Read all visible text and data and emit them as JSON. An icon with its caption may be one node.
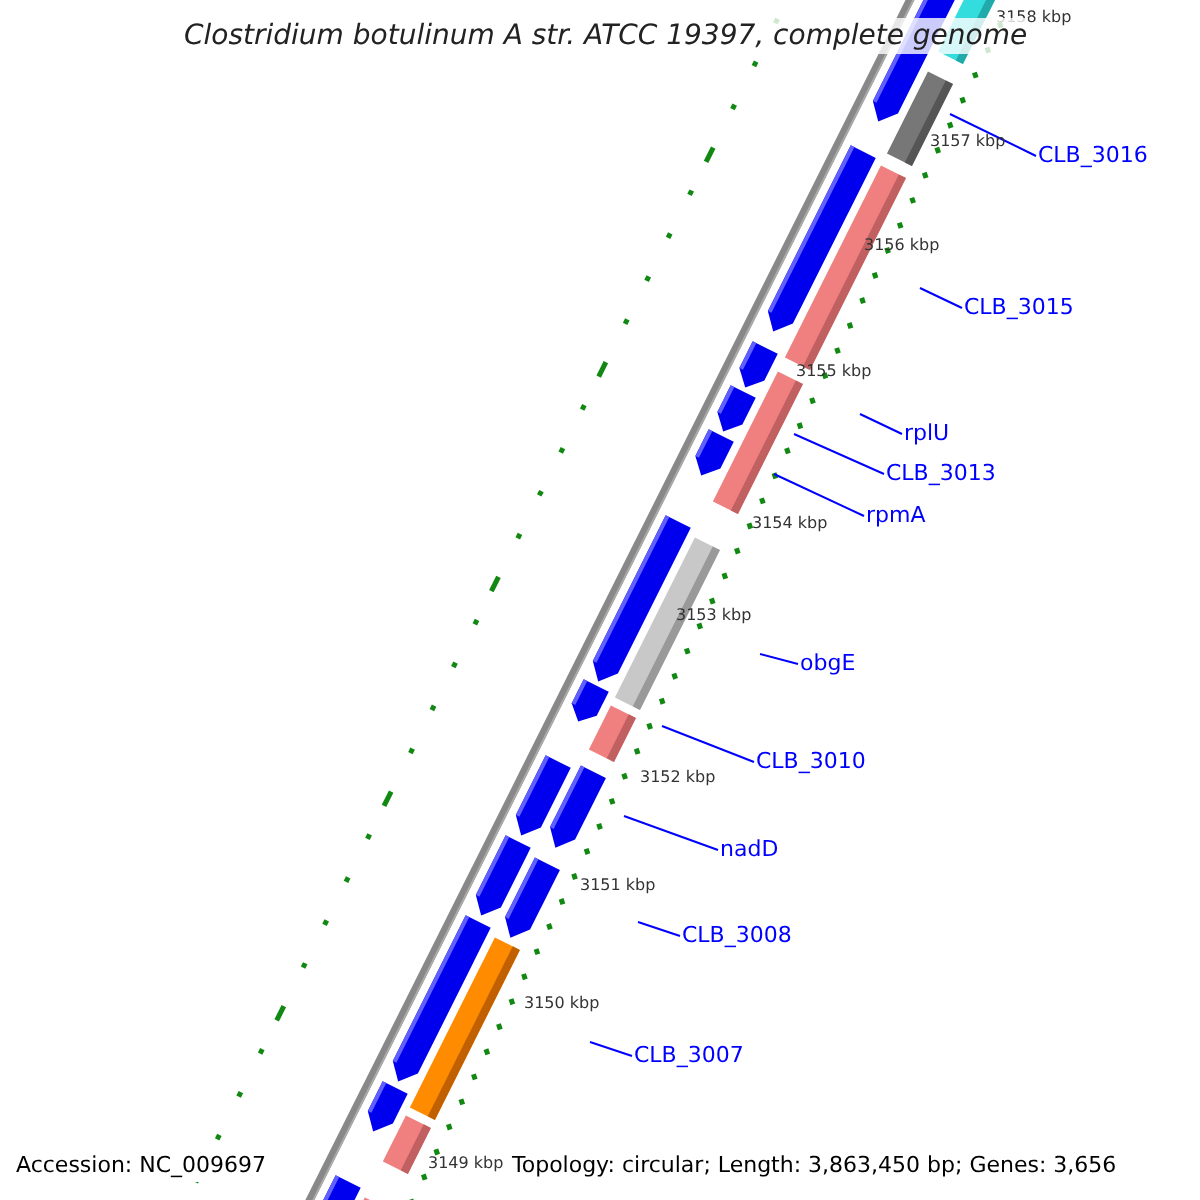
{
  "diagram": {
    "title": "Clostridium botulinum A str. ATCC 19397, complete genome",
    "nodes": [
      {
        "text": [
          "CLB_3016"
        ]
      },
      {
        "text": [
          "CLB_3015"
        ]
      },
      {
        "text": [
          "rplU"
        ]
      },
      {
        "text": [
          "CLB_3013"
        ]
      },
      {
        "text": [
          "rpmA"
        ]
      },
      {
        "text": [
          "obgE"
        ]
      },
      {
        "text": [
          "CLB_3010"
        ]
      },
      {
        "text": [
          "nadD"
        ]
      },
      {
        "text": [
          "CLB_3008"
        ]
      },
      {
        "text": [
          "CLB_3007"
        ]
      }
    ],
    "edges": [
      {
        "from": 0,
        "to": null,
        "arrow": "none"
      },
      {
        "from": 1,
        "to": null,
        "arrow": "none"
      },
      {
        "from": 2,
        "to": null,
        "arrow": "none"
      },
      {
        "from": 3,
        "to": null,
        "arrow": "none"
      },
      {
        "from": 4,
        "to": null,
        "arrow": "none"
      },
      {
        "from": 5,
        "to": null,
        "arrow": "none"
      },
      {
        "from": 6,
        "to": null,
        "arrow": "none"
      },
      {
        "from": 7,
        "to": null,
        "arrow": "none"
      },
      {
        "from": 8,
        "to": null,
        "arrow": "none"
      },
      {
        "from": 9,
        "to": null,
        "arrow": "none"
      }
    ],
    "labels": [
      "3158 kbp",
      "3157 kbp",
      "3156 kbp",
      "3155 kbp",
      "3154 kbp",
      "3153 kbp",
      "3152 kbp",
      "3151 kbp",
      "3150 kbp",
      "3149 kbp",
      "Accession: NC_009697",
      "Topology: circular; Length: 3,863,450 bp; Genes: 3,656"
    ]
  }
}
